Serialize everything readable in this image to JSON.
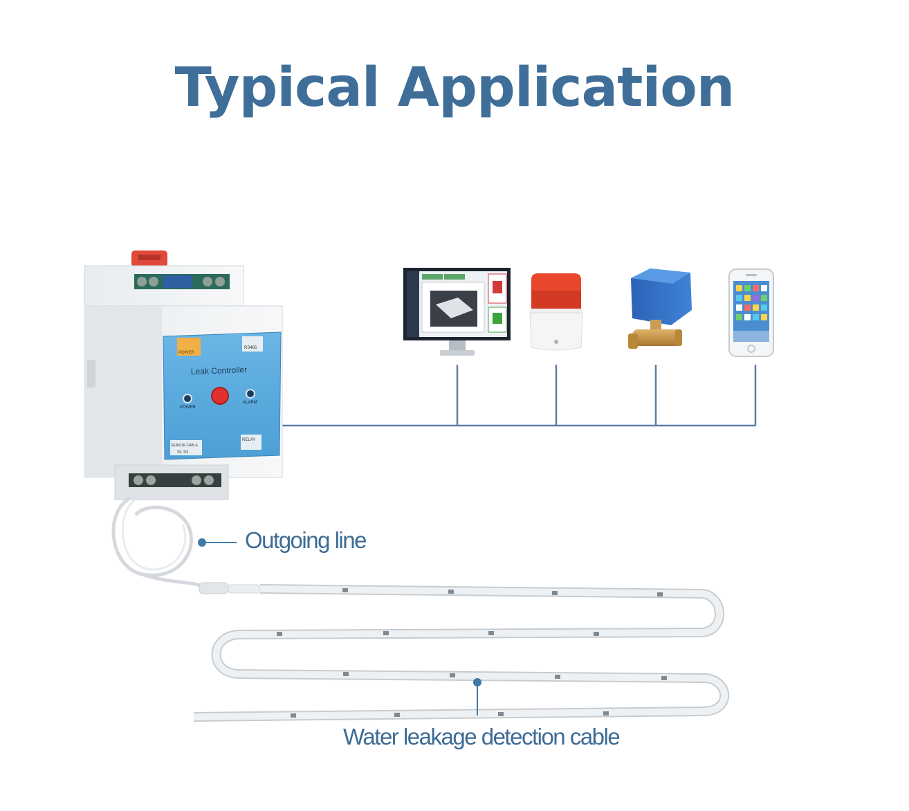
{
  "title": "Typical Application",
  "controller": {
    "name": "Leak Controller",
    "power_label": "POWER",
    "power_led_label": "POWER",
    "alarm_led_label": "ALARM",
    "rs485_label": "RS485",
    "sensor_cable_label": "SENSOR CABLE",
    "sensor_pins": "S1  S2",
    "relay_label": "RELAY"
  },
  "labels": {
    "outgoing_line": "Outgoing line",
    "detection_cable": "Water leakage detection cable"
  },
  "devices": [
    "monitor-icon",
    "alarm-light-icon",
    "motorized-valve-icon",
    "smartphone-icon"
  ],
  "colors": {
    "title": "#3f6e99",
    "connector": "#5a7fa6",
    "panel": "#5aa9dc"
  }
}
